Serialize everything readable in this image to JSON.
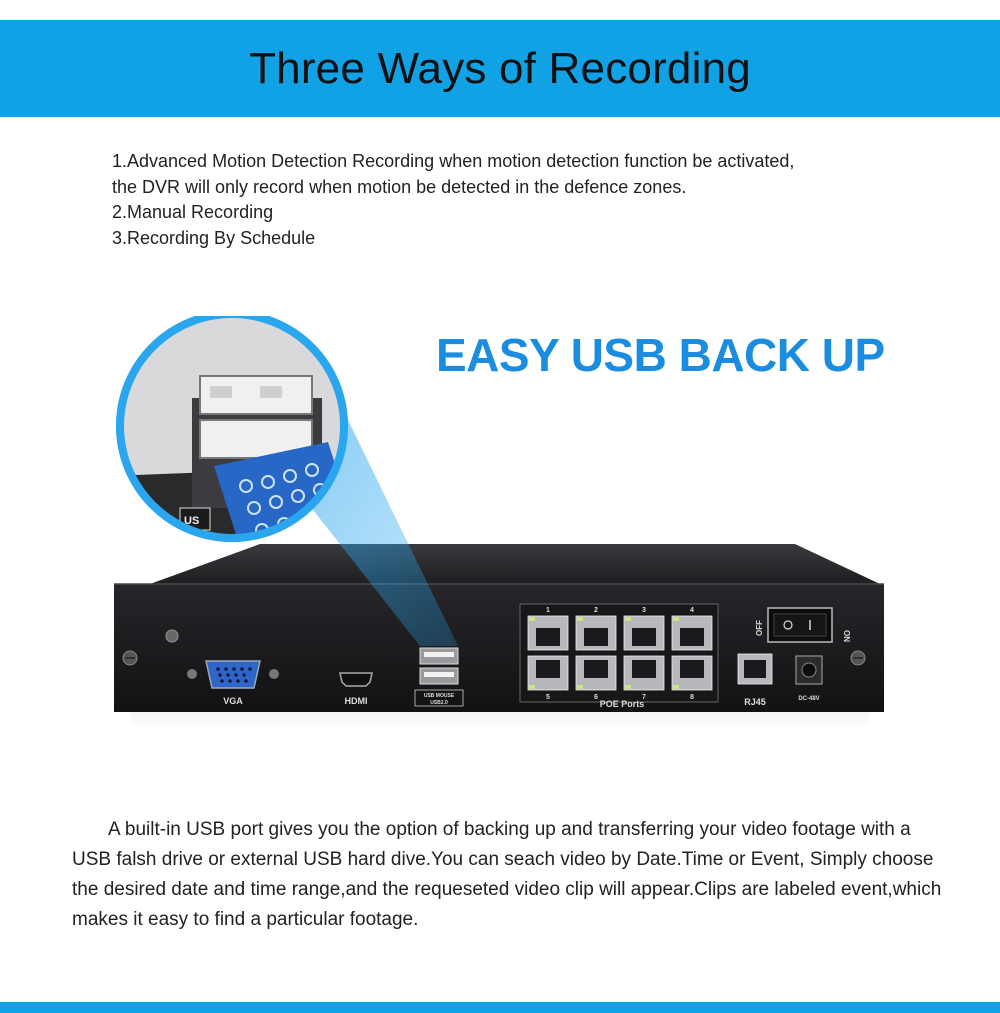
{
  "banner": {
    "title": "Three Ways of Recording"
  },
  "features": {
    "items": [
      "1.Advanced Motion Detection Recording when motion detection function be activated,",
      "the DVR will only record when motion be detected in the defence zones.",
      "2.Manual Recording",
      "3.Recording By Schedule"
    ]
  },
  "headline": "EASY USB BACK UP",
  "device": {
    "port_labels": {
      "vga": "VGA",
      "hdmi": "HDMI",
      "usb_line1": "USB MOUSE",
      "usb_line2": "USB2.0",
      "poe": "POE Ports",
      "rj45": "RJ45",
      "dc": "DC-48V",
      "off": "OFF",
      "on": "ON",
      "port1": "1",
      "port2": "2",
      "port3": "3",
      "port4": "4",
      "port5": "5",
      "port6": "6",
      "port7": "7",
      "port8": "8"
    },
    "zoom_usb_label": "US"
  },
  "description": "A built-in USB port gives you the option of backing up and transferring your video footage with a USB falsh drive or external USB hard dive.You can seach video by Date.Time or Event, Simply choose the desired date and time range,and the requeseted video clip will appear.Clips are labeled event,which makes it easy to find a particular footage.",
  "colors": {
    "accent": "#11a2e6",
    "headline": "#1b8de0",
    "device": "#1c1c1e"
  }
}
